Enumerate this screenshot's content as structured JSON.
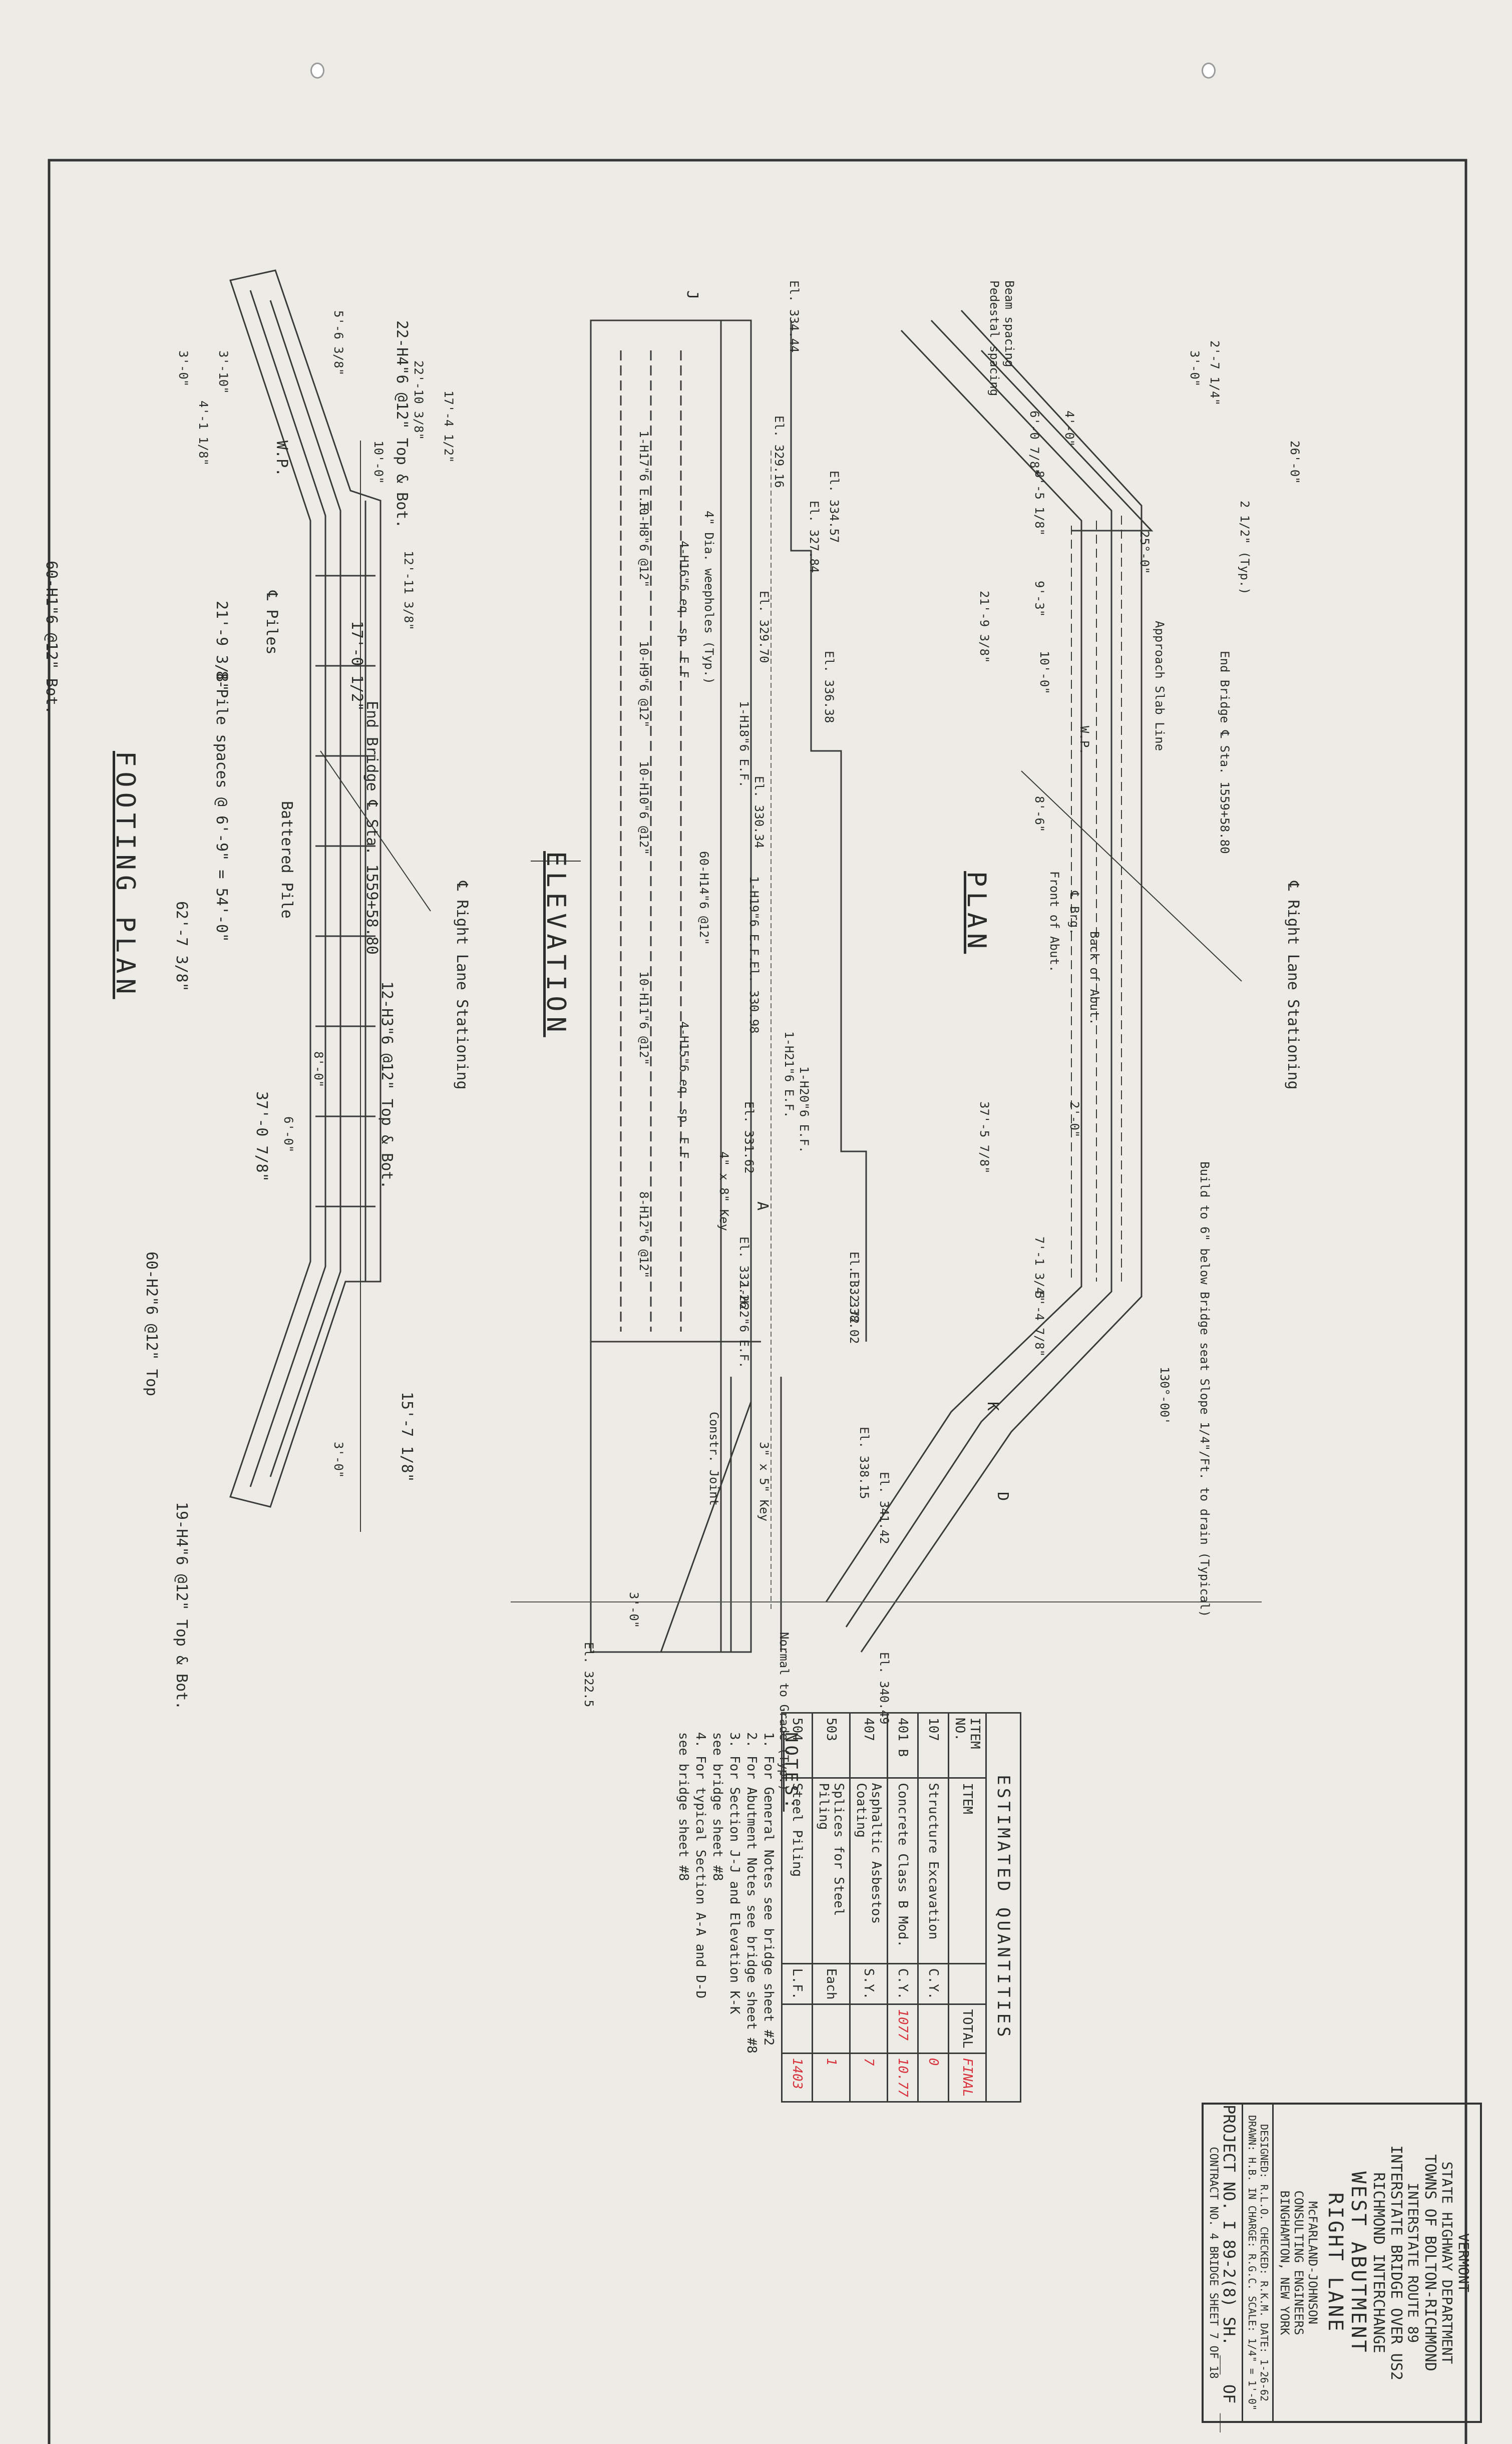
{
  "drawings": {
    "footing_plan": {
      "title": "FOOTING PLAN",
      "labels": [
        "60-H1\"6 @12\" Bot.",
        "8-Pile spaces @ 6'-9\" = 54'-0\"",
        "60-H2\"6 @12\" Top",
        "22-H4\"6 @12\" Top & Bot.",
        "19-H4\"6 @12\" Top & Bot.",
        "12-H3\"6 @12\" Top & Bot.",
        "End Bridge ℄ Sta. 1559+58.80",
        "Battered Pile",
        "℄ Piles",
        "W.P.",
        "17'-0 1/2\"",
        "21'-9 3/8\"",
        "62'-7 3/8\"",
        "37'-0 7/8\"",
        "15'-7 1/8\"",
        "17'-4 1/2\"",
        "22'-10 3/8\"",
        "12'-11 3/8\"",
        "10'-0\"",
        "5'-6 3/8\"",
        "3'-10\"",
        "3'-0\"",
        "4'-1 1/8\"",
        "6'-0\"",
        "3'-0\"",
        "8'-0\""
      ],
      "stationing": "℄ Right Lane Stationing"
    },
    "elevation": {
      "title": "ELEVATION",
      "labels": [
        "El. 334.44",
        "El. 329.16",
        "El. 334.57",
        "El. 327.84",
        "El. 329.70",
        "El. 336.38",
        "El. 330.34",
        "El. 330.98",
        "El. 331.62",
        "El. 332.26",
        "El. 332.72",
        "El. 338.02",
        "El. 338.15",
        "El. 341.42",
        "El. 340.49",
        "El. 322.5",
        "1-H17\"6 E.F.",
        "1-H18\"6 E.F.",
        "1-H19\"6 E.F.",
        "1-H20\"6 E.F.",
        "1-H21\"6 E.F.",
        "1-H22\"6 E.F.",
        "10-H8\"6 @12\"",
        "10-H9\"6 @12\"",
        "10-H10\"6 @12\"",
        "10-H11\"6 @12\"",
        "8-H12\"6 @12\"",
        "60-H14\"6 @12\"",
        "4\" Dia. weepholes (Typ.)",
        "4-H16\"6 eq. sp. E.F.",
        "4-H15\"6 eq. sp. E.F.",
        "4\" x 8\" Key",
        "3\" x 5\" Key",
        "Constr. Joint",
        "Normal to Grade (Typ.)",
        "3'-0\"",
        "J",
        "A"
      ]
    },
    "plan": {
      "title": "PLAN",
      "labels": [
        "Pedestal spacing",
        "Beam spacing",
        "26'-0\"",
        "2'-7 1/4\"",
        "3'-0\"",
        "2 1/2\" (Typ.)",
        "25°-0\"",
        "End Bridge ℄ Sta. 1559+58.80",
        "Approach Slab Line",
        "W.P.",
        "Back of Abut.",
        "Front of Abut.",
        "℄ Brg.",
        "Build to 6\" below Bridge seat Slope 1/4\"/Ft. to drain (Typical)",
        "130°-00'",
        "℄ Right Lane Stationing",
        "21'-9 3/8\"",
        "37'-5 7/8\"",
        "10'-0\"",
        "8'-6\"",
        "9'-3\"",
        "8'-5 1/8\"",
        "6'-0 7/8\"",
        "7'-1 3/4\"",
        "5'-4 7/8\"",
        "4'-0\"",
        "2'-0\"",
        "D",
        "K"
      ]
    }
  },
  "quantities": {
    "title": "ESTIMATED QUANTITIES",
    "headers": [
      "ITEM NO.",
      "ITEM",
      "",
      "TOTAL",
      "FINAL"
    ],
    "rows": [
      [
        "107",
        "Structure Excavation",
        "C.Y.",
        "",
        "0"
      ],
      [
        "401 B",
        "Concrete Class B Mod.",
        "C.Y.",
        "1077",
        "10.77"
      ],
      [
        "407",
        "Asphaltic Asbestos Coating",
        "S.Y.",
        "",
        "7"
      ],
      [
        "503",
        "Splices for Steel Piling",
        "Each",
        "",
        "1"
      ],
      [
        "504",
        "Steel Piling",
        "L.F.",
        "",
        "1403"
      ]
    ]
  },
  "notes": {
    "title": "NOTES:",
    "items": [
      "1. For General Notes see bridge sheet #2",
      "2. For Abutment Notes see bridge sheet #8",
      "3. For Section J-J and Elevation K-K",
      "   see bridge sheet #8",
      "4. For typical Section A-A and D-D",
      "   see bridge sheet #8"
    ]
  },
  "title_block": {
    "state": "VERMONT",
    "department": "STATE HIGHWAY DEPARTMENT",
    "towns": "TOWNS OF BOLTON-RICHMOND",
    "route": "INTERSTATE ROUTE 89",
    "bridge": "INTERSTATE BRIDGE OVER US2",
    "interchange": "RICHMOND INTERCHANGE",
    "sheet_title_1": "WEST ABUTMENT",
    "sheet_title_2": "RIGHT LANE",
    "engineers": "McFARLAND-JOHNSON",
    "engineers_2": "CONSULTING ENGINEERS",
    "engineers_3": "BINGHAMTON, NEW YORK",
    "designed": "DESIGNED: R.L.O.   CHECKED: R.K.M.   DATE: 1-26-62",
    "drawn": "DRAWN: H.B.   IN CHARGE: R.G.C.   SCALE: 1/4\" = 1'-0\"",
    "project": "PROJECT NO. I 89-2(8) SH. __ OF __",
    "contract": "CONTRACT NO. 4    BRIDGE SHEET 7 OF 18"
  },
  "colors": {
    "paper": "#ecebe6",
    "ink": "#2b2b2b",
    "red_ink": "#d8323c"
  }
}
